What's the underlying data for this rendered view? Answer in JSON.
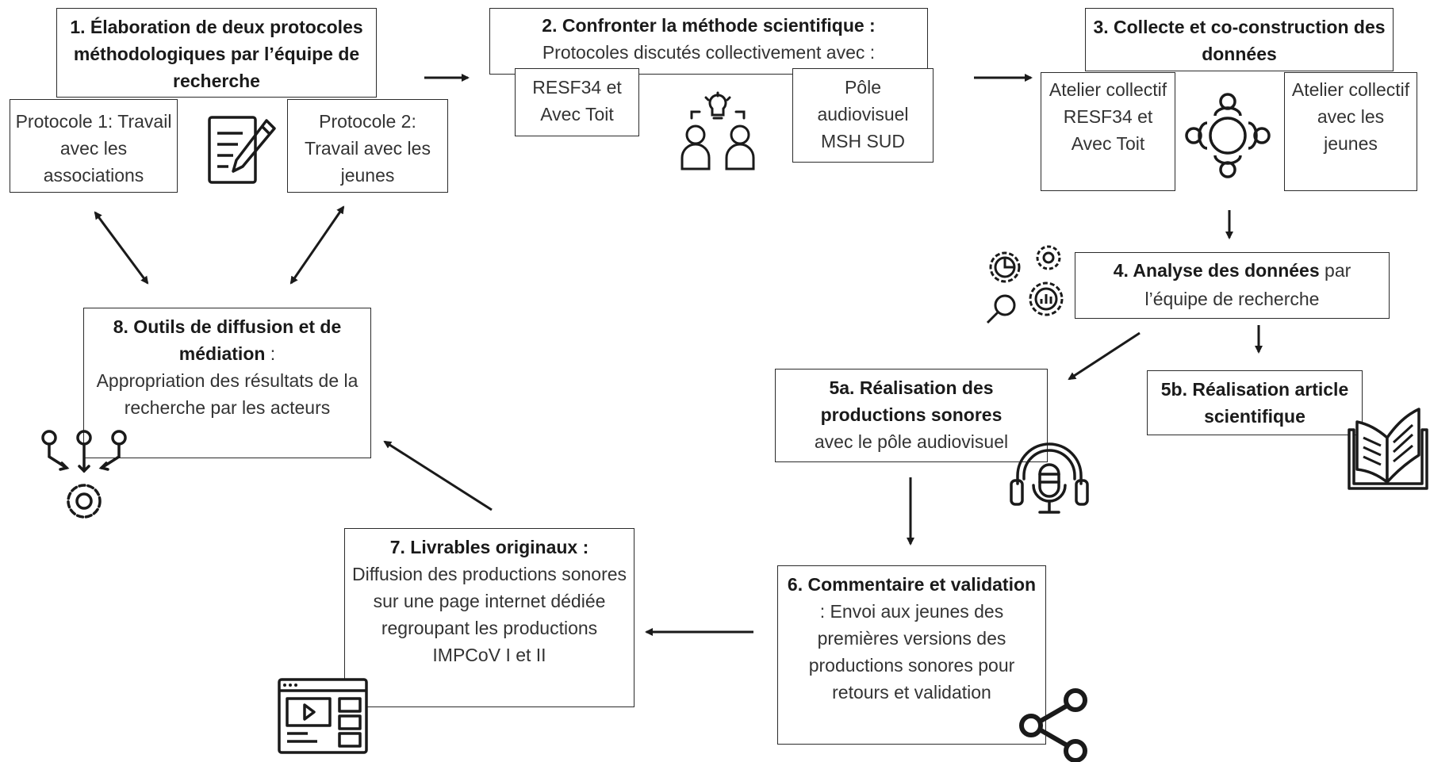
{
  "step1": {
    "title": "1. Élaboration de deux protocoles méthodologiques par l’équipe de recherche",
    "p1": "Protocole 1: Travail avec les associations",
    "p2": "Protocole 2: Travail avec les jeunes"
  },
  "step2": {
    "title": "2. Confronter la méthode scientifique :",
    "subtitle": "Protocoles discutés collectivement avec :",
    "left": "RESF34 et Avec Toit",
    "right": "Pôle audiovisuel MSH SUD"
  },
  "step3": {
    "title": "3. Collecte et co-construction des données",
    "left": "Atelier collectif RESF34 et Avec Toit",
    "right": "Atelier collectif avec les jeunes"
  },
  "step4": {
    "title": "4. Analyse des données",
    "text": " par l’équipe de recherche"
  },
  "step5a": {
    "title": "5a. Réalisation des productions sonores",
    "text": "avec le pôle audiovisuel"
  },
  "step5b": {
    "title": "5b. Réalisation article scientifique"
  },
  "step6": {
    "title": "6. Commentaire et validation",
    "text": " : Envoi aux jeunes des premières versions des productions sonores pour retours et validation"
  },
  "step7": {
    "title": "7. Livrables originaux :",
    "text": "Diffusion des productions sonores sur une page internet dédiée regroupant les productions IMPCoV I et II"
  },
  "step8": {
    "title": "8. Outils de diffusion et de médiation",
    "text_colon": " :",
    "text": "Appropriation des résultats de la recherche par les acteurs"
  },
  "icons": [
    "document-pen-icon",
    "idea-people-icon",
    "round-table-icon",
    "gears-analysis-icon",
    "headphones-mic-icon",
    "open-book-icon",
    "share-icon",
    "video-webpage-icon",
    "mediation-gear-icon"
  ],
  "colors": {
    "line": "#1a1a1a",
    "border": "#2b2b2b",
    "text": "#1a1a1a"
  }
}
